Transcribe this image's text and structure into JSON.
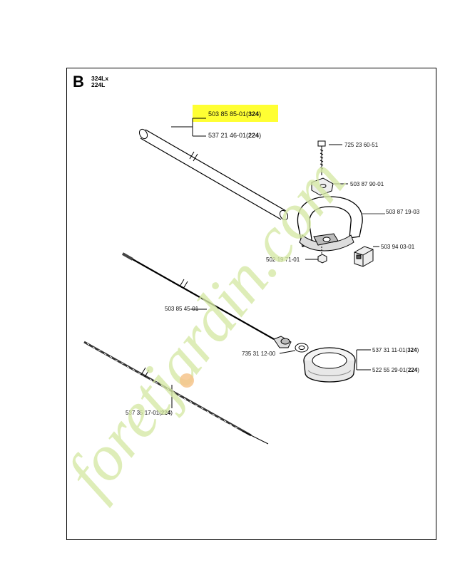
{
  "section": {
    "letter": "B",
    "models": [
      "324Lx",
      "224L"
    ]
  },
  "labels": {
    "shaft_324": {
      "number": "503 85 85-01",
      "model": "324"
    },
    "shaft_224": {
      "number": "537 21 46-01",
      "model": "224"
    },
    "screw": {
      "number": "725 23 60-51"
    },
    "clamp": {
      "number": "503 87 90-01"
    },
    "handle": {
      "number": "503 87 19-03"
    },
    "handle_block": {
      "number": "503 94 03-01"
    },
    "nut": {
      "number": "502 19 71-01"
    },
    "cable": {
      "number": "503 85 45-01"
    },
    "bearing": {
      "number": "735 31 12-00"
    },
    "guard_324": {
      "number": "537 31 11-01",
      "model": "324"
    },
    "guard_224": {
      "number": "522 55 29-01",
      "model": "224"
    },
    "driveshaft_224": {
      "number": "537 35 17-01",
      "model": "224"
    }
  },
  "watermark": {
    "text": "foretjardin.com",
    "colors": {
      "light": "#d6e9a6",
      "accent": "#f6c48c"
    }
  },
  "highlight_color": "#ffff33"
}
